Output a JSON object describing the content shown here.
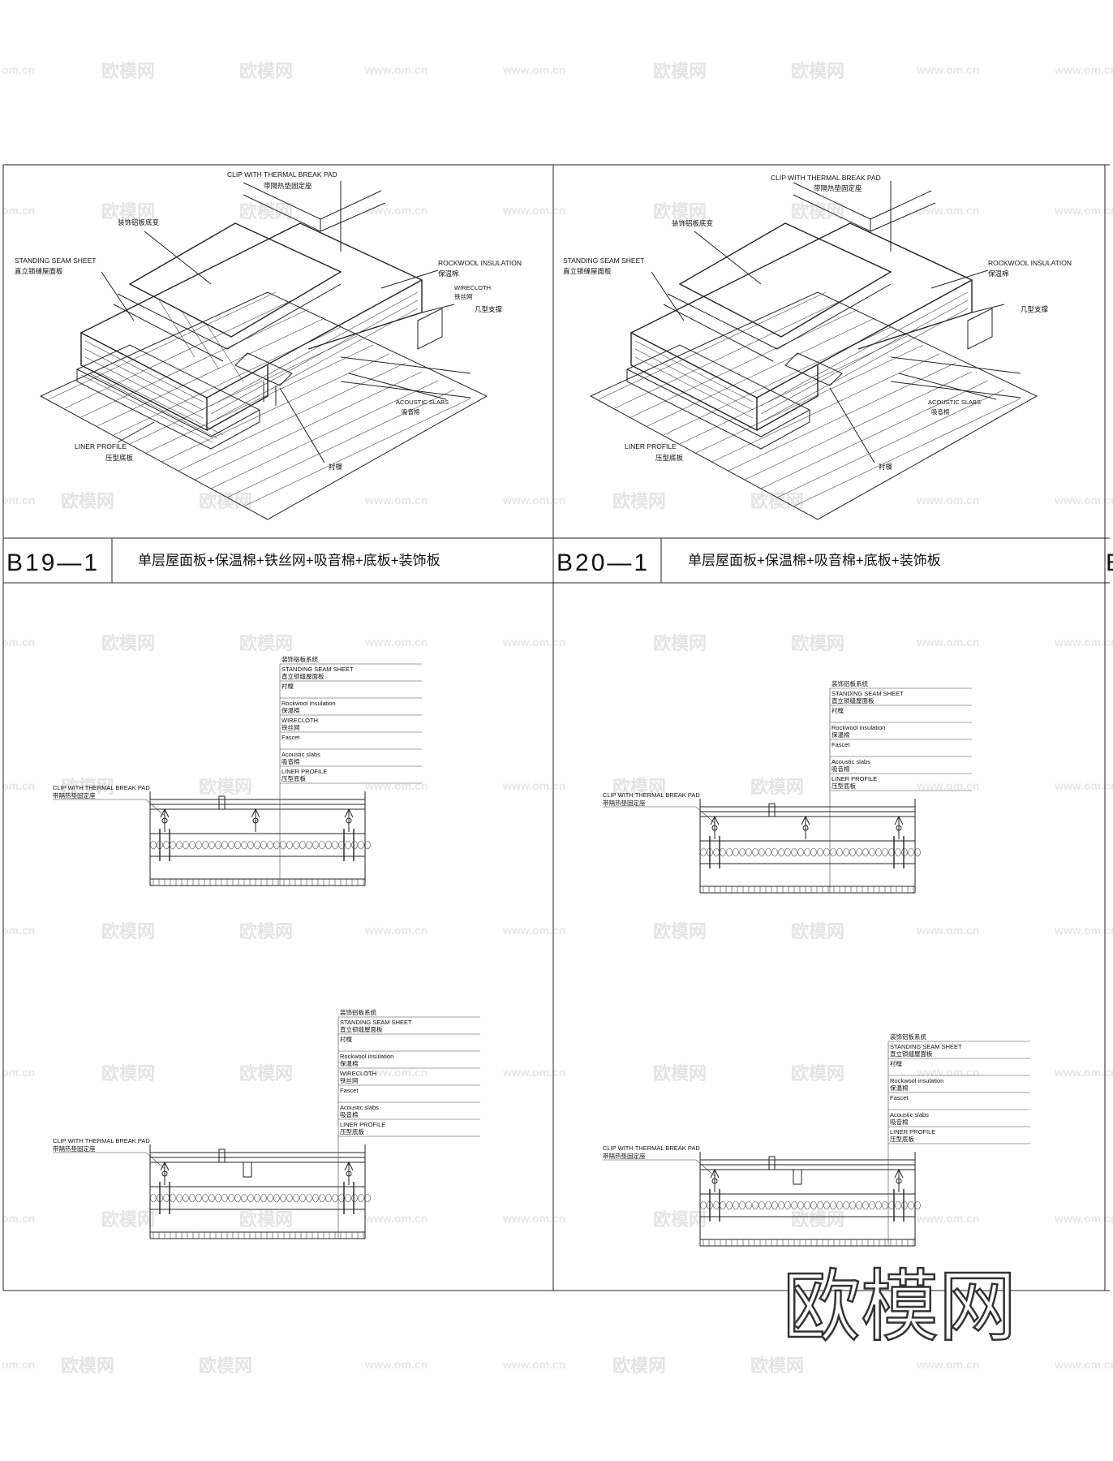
{
  "sheet": {
    "panels": [
      {
        "code": "B19—1",
        "title": "单层屋面板+保温棉+铁丝网+吸音棉+底板+装饰板",
        "iso_labels": {
          "clip_en": "CLIP WITH THERMAL BREAK PAD",
          "clip_cn": "带隔热垫固定座",
          "deco_cn": "装饰铝板底变",
          "seam_en": "STANDING SEAM SHEET",
          "seam_cn": "直立锁缝屋面板",
          "rock_en": "ROCKWOOL INSULATION",
          "rock_cn": "保温棉",
          "wire_en": "WIRECLOTH",
          "wire_cn": "铁丝网",
          "support_cn": "几型支撑",
          "acoustic_en": "ACOUSTIC SLABS",
          "acoustic_cn": "吸音棉",
          "liner_en": "LINER PROFILE",
          "liner_cn": "压型底板",
          "purlin_cn": "衬檁"
        },
        "section1": {
          "head": "装饰铝板系统",
          "rows": [
            [
              "STANDING SEAM SHEET",
              "直立锁缝屋面板"
            ],
            [
              "衬檁",
              ""
            ],
            [
              "Rockwool Insulation",
              "保温棉"
            ],
            [
              "WIRECLOTH",
              "铁丝网"
            ],
            [
              "Fascet",
              ""
            ],
            [
              "Acoustic slabs",
              "吸音棉"
            ],
            [
              "LINER PROFILE",
              "压型底板"
            ]
          ],
          "clip_en": "CLIP WITH THERMAL BREAK PAD",
          "clip_cn": "带隔热垫固定座"
        },
        "section2": {
          "head": "装饰铝板系统",
          "rows": [
            [
              "STANDING SEAM SHEET",
              "直立锁缝屋面板"
            ],
            [
              "衬檁",
              ""
            ],
            [
              "Rockwool insulation",
              "保温棉"
            ],
            [
              "WIRECLOTH",
              "铁丝网"
            ],
            [
              "Fascet",
              ""
            ],
            [
              "Acoustic slabs",
              "吸音棉"
            ],
            [
              "LINER PROFILE",
              "压型底板"
            ]
          ],
          "clip_en": "CLIP WITH THERMAL BREAK PAD",
          "clip_cn": "带隔热垫固定座"
        }
      },
      {
        "code": "B20—1",
        "title": "单层屋面板+保温棉+吸音棉+底板+装饰板",
        "iso_labels": {
          "clip_en": "CLIP WITH THERMAL BREAK PAD",
          "clip_cn": "带隔热垫固定座",
          "deco_cn": "装饰铝板底变",
          "seam_en": "STANDING SEAM SHEET",
          "seam_cn": "直立锁缝屋面板",
          "rock_en": "ROCKWOOL INSULATION",
          "rock_cn": "保温棉",
          "support_cn": "几型支撑",
          "acoustic_en": "ACOUSTIC SLABS",
          "acoustic_cn": "吸音棉",
          "liner_en": "LINER PROFILE",
          "liner_cn": "压型底板",
          "purlin_cn": "衬檁"
        },
        "section1": {
          "head": "装饰铝板系统",
          "rows": [
            [
              "STANDING SEAM SHEET",
              "直立锁缝屋面板"
            ],
            [
              "衬檁",
              ""
            ],
            [
              "Rockwool insulation",
              "保温棉"
            ],
            [
              "Fascet",
              ""
            ],
            [
              "Acoustic slabs",
              "吸音棉"
            ],
            [
              "LINER PROFILE",
              "压型底板"
            ]
          ],
          "clip_en": "CLIP WITH THERMAL BREAK PAD",
          "clip_cn": "带隔热垫固定座"
        },
        "section2": {
          "head": "装饰铝板系统",
          "rows": [
            [
              "STANDING SEAM SHEET",
              "直立锁缝屋面板"
            ],
            [
              "衬檁",
              ""
            ],
            [
              "Rockwool insulation",
              "保温棉"
            ],
            [
              "Fascet",
              ""
            ],
            [
              "Acoustic slabs",
              "吸音棉"
            ],
            [
              "LINER PROFILE",
              "压型底板"
            ]
          ],
          "clip_en": "CLIP WITH THERMAL BREAK PAD",
          "clip_cn": "带隔热垫固定座"
        }
      }
    ]
  },
  "watermark": {
    "logo_text": "欧模网",
    "url": "www.om.cn",
    "partial_url": "om.cn",
    "brand_text": "欧模网"
  }
}
